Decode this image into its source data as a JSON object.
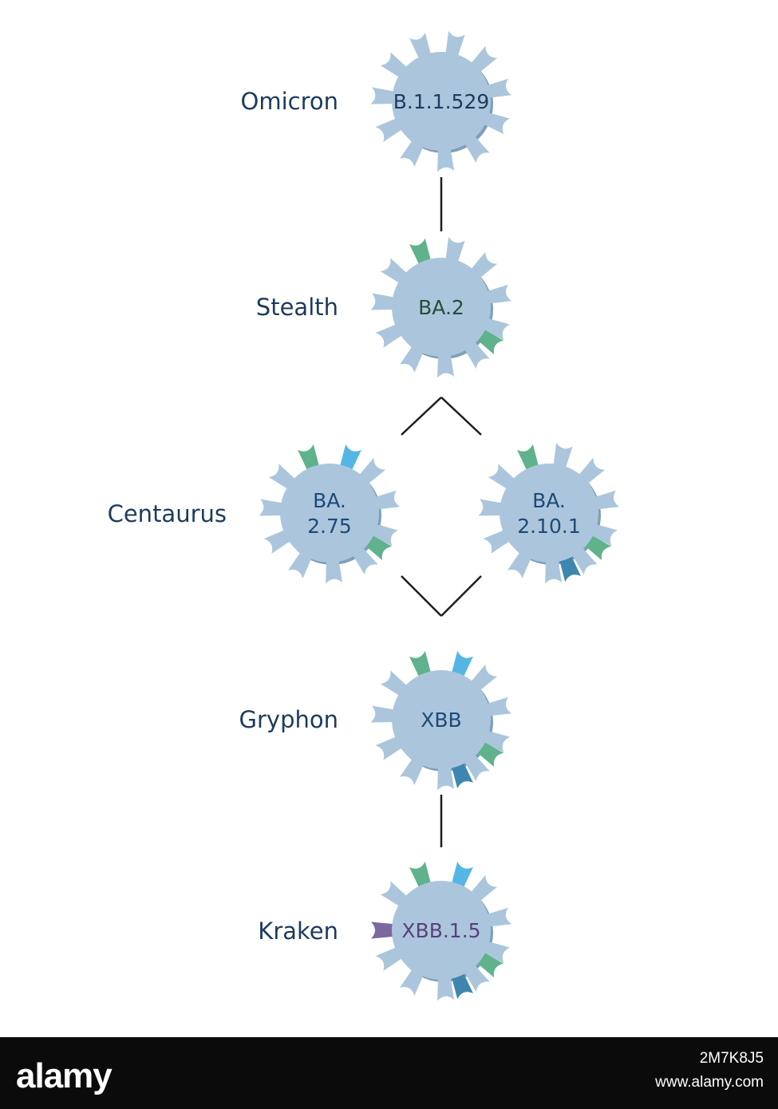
{
  "colors": {
    "body": "#abc6dc",
    "body_shadow": "#7f9fb9",
    "connector": "#1e1e1e",
    "variant_name": "#1d3b5c",
    "mutation_green": "#5fb28c",
    "mutation_light_blue": "#55b6e6",
    "mutation_dark_blue": "#3e86b0",
    "mutation_purple": "#7d679f"
  },
  "variants": [
    {
      "name": "Omicron",
      "lineage_lines": [
        "B.1.1.529"
      ],
      "label_color": "#1d3b5c",
      "mutations": []
    },
    {
      "name": "Stealth",
      "lineage_lines": [
        "BA.2"
      ],
      "label_color": "#244f3a",
      "mutations": [
        "green",
        "green"
      ]
    },
    {
      "name": "Centaurus",
      "lineage_lines": [
        "BA.",
        "2.75"
      ],
      "label_color": "#1d4a78",
      "mutations": [
        "green",
        "light-blue",
        "green"
      ]
    },
    {
      "name": "",
      "lineage_lines": [
        "BA.",
        "2.10.1"
      ],
      "label_color": "#1d4a78",
      "mutations": [
        "green",
        "green",
        "dark-blue"
      ]
    },
    {
      "name": "Gryphon",
      "lineage_lines": [
        "XBB"
      ],
      "label_color": "#1d4a78",
      "mutations": [
        "green",
        "light-blue",
        "green",
        "dark-blue"
      ]
    },
    {
      "name": "Kraken",
      "lineage_lines": [
        "XBB.1.5"
      ],
      "label_color": "#5a3f7e",
      "mutations": [
        "green",
        "light-blue",
        "green",
        "dark-blue",
        "purple"
      ]
    }
  ],
  "watermark": {
    "brand": "alamy",
    "image_id": "2M7K8J5",
    "site": "www.alamy.com"
  }
}
